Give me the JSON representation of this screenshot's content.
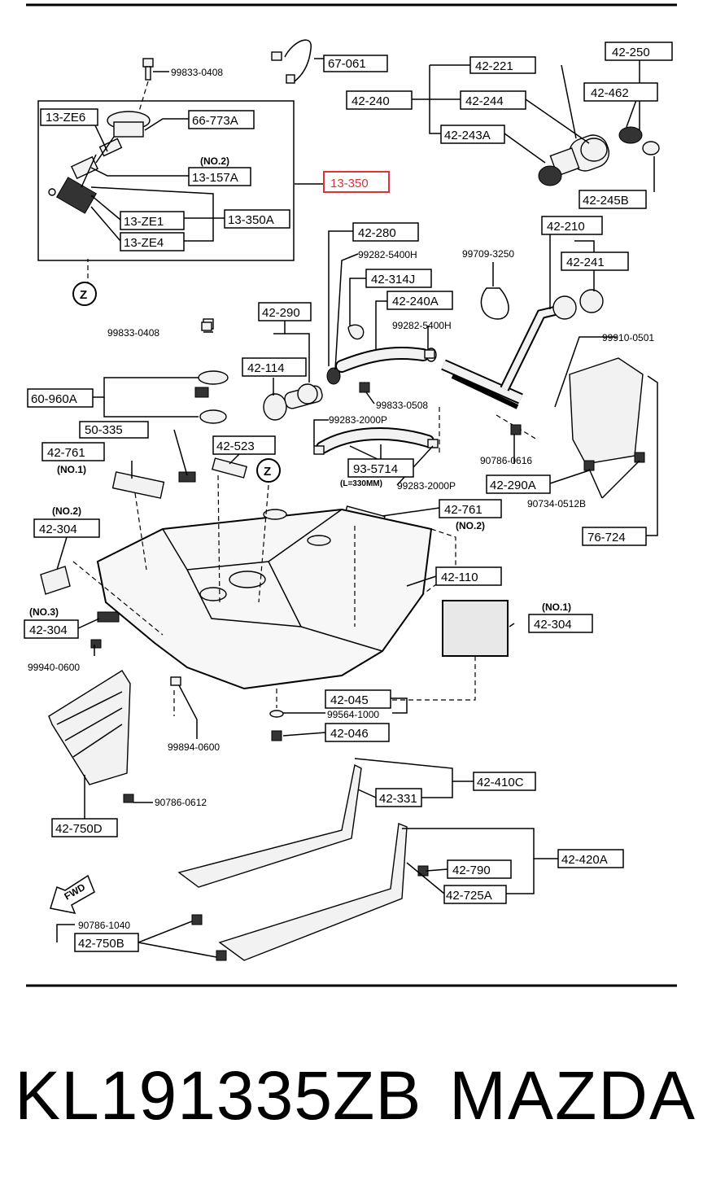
{
  "highlight_color": "#e0303a",
  "highlighted_part": "13-350",
  "labels": {
    "p67061": "67-061",
    "p99833_0408_top": "99833-0408",
    "p42221": "42-221",
    "p42250": "42-250",
    "p42462": "42-462",
    "p42240": "42-240",
    "p42244": "42-244",
    "p42243A": "42-243A",
    "p42245B": "42-245B",
    "p13ZE6": "13-ZE6",
    "p66773A": "66-773A",
    "no2_a": "(NO.2)",
    "p13157A": "13-157A",
    "p13350": "13-350",
    "p13ZE1": "13-ZE1",
    "p13350A": "13-350A",
    "p13ZE4": "13-ZE4",
    "p42280": "42-280",
    "p99282_5400H_a": "99282-5400H",
    "p99709_3250": "99709-3250",
    "p42210": "42-210",
    "p42241": "42-241",
    "p42314J": "42-314J",
    "p42240A": "42-240A",
    "p42290": "42-290",
    "p99282_5400H_b": "99282-5400H",
    "p99910_0501": "99910-0501",
    "p99833_0408_mid": "99833-0408",
    "p42114": "42-114",
    "p60960A": "60-960A",
    "p99833_0508": "99833-0508",
    "p50335": "50-335",
    "p99283_2000P_a": "99283-2000P",
    "p42523": "42-523",
    "p42761_a": "42-761",
    "no1_a": "(NO.1)",
    "p93_5714": "93-5714",
    "l330": "(L=330MM)",
    "p99283_2000P_b": "99283-2000P",
    "p90786_0616": "90786-0616",
    "p42290A": "42-290A",
    "p90734_0512B": "90734-0512B",
    "no2_b": "(NO.2)",
    "p42304_a": "42-304",
    "p42761_b": "42-761",
    "no2_c": "(NO.2)",
    "p76724": "76-724",
    "p42110": "42-110",
    "no3": "(NO.3)",
    "p42304_b": "42-304",
    "no1_b": "(NO.1)",
    "p42304_c": "42-304",
    "p99940_0600": "99940-0600",
    "p42045": "42-045",
    "p99564_1000": "99564-1000",
    "p42046": "42-046",
    "p99894_0600": "99894-0600",
    "p42410C": "42-410C",
    "p42331": "42-331",
    "p90786_0612": "90786-0612",
    "p42750D": "42-750D",
    "p42420A": "42-420A",
    "p42790": "42-790",
    "p42725A": "42-725A",
    "fwd": "FWD",
    "p90786_1040": "90786-1040",
    "p42750B": "42-750B",
    "z_marker": "Z"
  },
  "footer": {
    "part_number": "KL191335ZB",
    "brand": "MAZDA"
  }
}
